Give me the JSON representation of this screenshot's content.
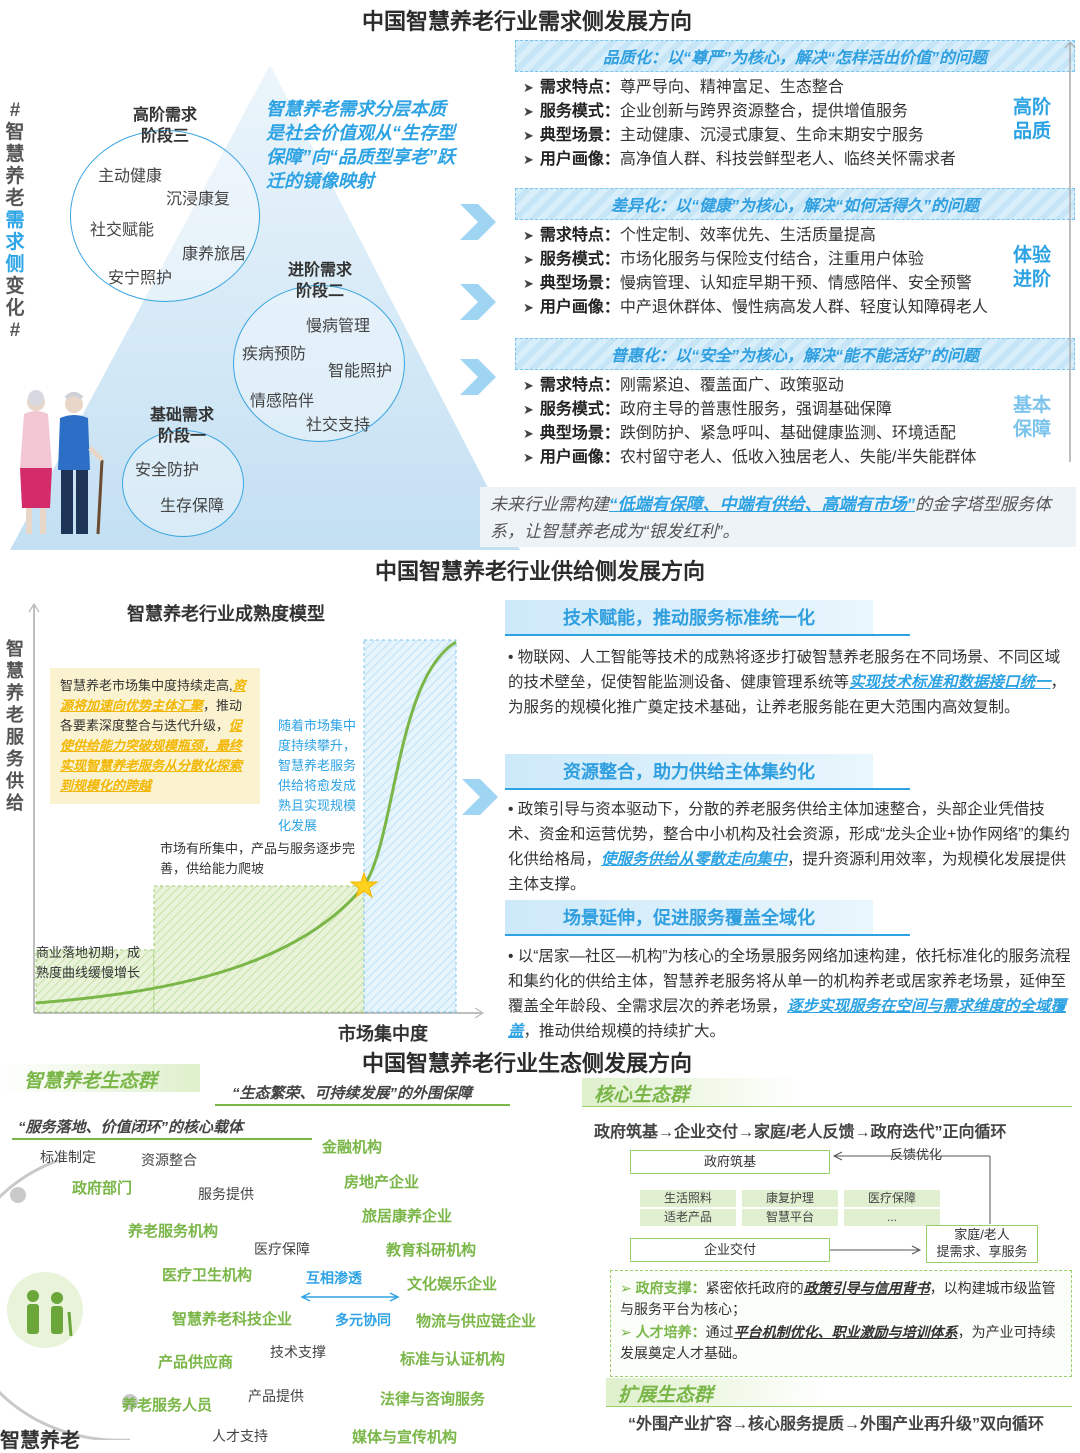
{
  "demand": {
    "title": "中国智慧养老行业需求侧发展方向",
    "vertical_label": [
      "#",
      "智",
      "慧",
      "养",
      "老",
      "需",
      "求",
      "侧",
      "变",
      "化",
      "#"
    ],
    "quote": "智慧养老需求分层本质是社会价值观从“生存型保障”向“品质型享老”跃迁的镜像映射",
    "stages": [
      {
        "title1": "高阶需求",
        "title2": "阶段三",
        "tags": [
          "主动健康",
          "沉浸康复",
          "社交赋能",
          "康养旅居",
          "安宁照护"
        ]
      },
      {
        "title1": "进阶需求",
        "title2": "阶段二",
        "tags": [
          "慢病管理",
          "疾病预防",
          "智能照护",
          "情感陪伴",
          "社交支持"
        ]
      },
      {
        "title1": "基础需求",
        "title2": "阶段一",
        "tags": [
          "安全防护",
          "生存保障"
        ]
      }
    ],
    "panels": [
      {
        "band": "品质化：以“尊严”为核心，解决“怎样活出价值”的问题",
        "level": [
          "高阶",
          "品质"
        ],
        "rows": [
          {
            "k": "需求特点：",
            "v": "尊严导向、精神富足、生态整合"
          },
          {
            "k": "服务模式：",
            "v": "企业创新与跨界资源整合，提供增值服务"
          },
          {
            "k": "典型场景：",
            "v": "主动健康、沉浸式康复、生命末期安宁服务"
          },
          {
            "k": "用户画像：",
            "v": "高净值人群、科技尝鲜型老人、临终关怀需求者"
          }
        ]
      },
      {
        "band": "差异化：以“健康”为核心，解决“如何活得久”的问题",
        "level": [
          "体验",
          "进阶"
        ],
        "rows": [
          {
            "k": "需求特点：",
            "v": "个性定制、效率优先、生活质量提高"
          },
          {
            "k": "服务模式：",
            "v": "市场化服务与保险支付结合，注重用户体验"
          },
          {
            "k": "典型场景：",
            "v": "慢病管理、认知症早期干预、情感陪伴、安全预警"
          },
          {
            "k": "用户画像：",
            "v": "中产退休群体、慢性病高发人群、轻度认知障碍老人"
          }
        ]
      },
      {
        "band": "普惠化：以“安全”为核心，解决“能不能活好”的问题",
        "level": [
          "基本",
          "保障"
        ],
        "rows": [
          {
            "k": "需求特点：",
            "v": "刚需紧迫、覆盖面广、政策驱动"
          },
          {
            "k": "服务模式：",
            "v": "政府主导的普惠性服务，强调基础保障"
          },
          {
            "k": "典型场景：",
            "v": "跌倒防护、紧急呼叫、基础健康监测、环境适配"
          },
          {
            "k": "用户画像：",
            "v": "农村留守老人、低收入独居老人、失能/半失能群体"
          }
        ]
      }
    ],
    "conclusion_pre": "未来行业需构建",
    "conclusion_em": "“低端有保障、中端有供给、高端有市场”",
    "conclusion_post": "的金字塔型服务体系，让智慧养老成为“银发红利”。"
  },
  "supply": {
    "title": "中国智慧养老行业供给侧发展方向",
    "chart_title": "智慧养老行业成熟度模型",
    "y_label": [
      "智",
      "慧",
      "养",
      "老",
      "服",
      "务",
      "供",
      "给"
    ],
    "x_label": "市场集中度",
    "note_box_plain1": "智慧养老市场集中度持续走高,",
    "note_box_em1": "资源将加速向优势主体汇聚",
    "note_box_plain2": "，推动各要素深度整合与迭代升级，",
    "note_box_em2": "促使供给能力突破规模瓶颈，最终实现智慧养老服务从分散化探索到规模化的跨越",
    "note_right": "随着市场集中度持续攀升，智慧养老服务供给将愈发成熟且实现规模化发展",
    "note_mid": "市场有所集中，产品与服务逐步完善，供给能力爬坡",
    "note_low": "商业落地初期，成熟度曲线缓慢增长",
    "items": [
      {
        "head": "技术赋能，推动服务标准统一化",
        "p1": "物联网、人工智能等技术的成熟将逐步打破智慧养老服务在不同场景、不同区域的技术壁垒，促使智能监测设备、健康管理系统等",
        "em": "实现技术标准和数据接口统一",
        "p2": "，为服务的规模化推广奠定技术基础，让养老服务能在更大范围内高效复制。"
      },
      {
        "head": "资源整合，助力供给主体集约化",
        "p1": "政策引导与资本驱动下，分散的养老服务供给主体加速整合，头部企业凭借技术、资金和运营优势，整合中小机构及社会资源，形成“龙头企业+协作网络”的集约化供给格局，",
        "em": "使服务供给从零散走向集中",
        "p2": "，提升资源利用效率，为规模化发展提供主体支撑。"
      },
      {
        "head": "场景延伸，促进服务覆盖全域化",
        "p1": "以“居家—社区—机构”为核心的全场景服务网络加速构建，依托标准化的服务流程和集约化的供给主体，智慧养老服务将从单一的机构养老或居家养老场景，延伸至覆盖全年龄段、全需求层次的养老场景，",
        "em": "逐步实现服务在空间与需求维度的全域覆盖",
        "p2": "，推动供给规模的持续扩大。"
      }
    ]
  },
  "eco": {
    "title": "中国智慧养老行业生态侧发展方向",
    "group_title": "智慧养老生态群",
    "outer_title": "“生态繁荣、可持续发展”的外围保障",
    "core_carrier": "“服务落地、价值闭环”的核心载体",
    "left_plain": [
      "标准制定",
      "资源整合",
      "服务提供",
      "医疗保障",
      "技术支撑",
      "产品提供",
      "人才支持"
    ],
    "left_green": [
      "政府部门",
      "养老服务机构",
      "医疗卫生机构",
      "智慧养老科技企业",
      "产品供应商",
      "养老服务人员"
    ],
    "mid_blue": [
      "互相渗透",
      "多元协同"
    ],
    "outer_list": [
      "金融机构",
      "房地产企业",
      "旅居康养企业",
      "教育科研机构",
      "文化娱乐企业",
      "物流与供应链企业",
      "标准与认证机构",
      "法律与咨询服务",
      "媒体与宣传机构"
    ],
    "bottom_left": "智慧养老",
    "core_group": "核心生态群",
    "cycle_text": "政府筑基→企业交付→家庭/老人反馈→政府迭代”正向循环",
    "flow": {
      "gov": "政府筑基",
      "feedback": "反馈优化",
      "cells": [
        "生活照料",
        "康复护理",
        "医疗保障",
        "适老产品",
        "智慧平台",
        "..."
      ],
      "deliver": "企业交付",
      "family1": "家庭/老人",
      "family2": "提需求、享服务"
    },
    "support1_k": "政府支撑：",
    "support1_p1": "紧密依托政府的",
    "support1_em": "政策引导与信用背书",
    "support1_p2": "，以构建城市级监管与服务平台为核心；",
    "support2_k": "人才培养：",
    "support2_p1": "通过",
    "support2_em": "平台机制优化、职业激励与培训体系",
    "support2_p2": "，为产业可持续发展奠定人才基础。",
    "ext_group": "扩展生态群",
    "ext_cycle": "“外围产业扩容→核心服务提质→外围产业再升级”双向循环"
  },
  "colors": {
    "blue": "#2ea3e4",
    "green": "#7ab648",
    "band": "#cfe9f9"
  }
}
